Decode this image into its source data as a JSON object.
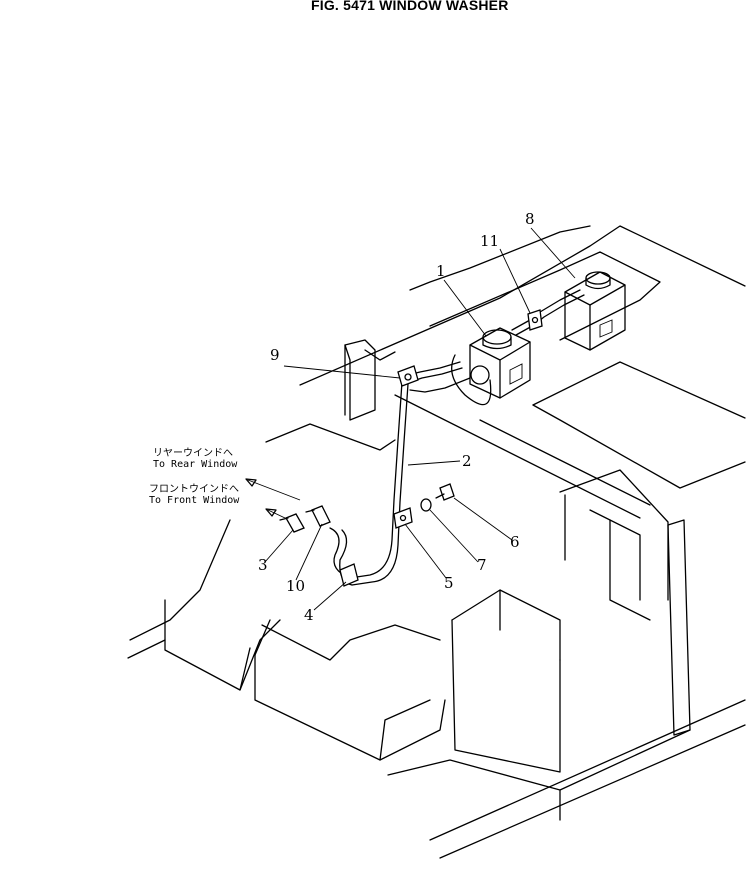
{
  "figure_title": "FIG. 5471  WINDOW WASHER",
  "callouts": [
    {
      "id": "c8",
      "text": "8"
    },
    {
      "id": "c11",
      "text": "11"
    },
    {
      "id": "c1",
      "text": "1"
    },
    {
      "id": "c9",
      "text": "9"
    },
    {
      "id": "c2",
      "text": "2"
    },
    {
      "id": "c6",
      "text": "6"
    },
    {
      "id": "c7",
      "text": "7"
    },
    {
      "id": "c5",
      "text": "5"
    },
    {
      "id": "c3",
      "text": "3"
    },
    {
      "id": "c10",
      "text": "10"
    },
    {
      "id": "c4",
      "text": "4"
    }
  ],
  "notes": {
    "rear_jp": "リヤーウインドへ",
    "rear_en": "To Rear Window",
    "front_jp": "フロントウインドへ",
    "front_en": "To Front Window"
  }
}
